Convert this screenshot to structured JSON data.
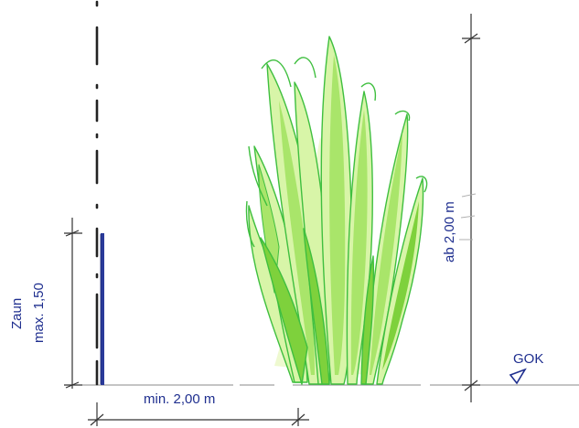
{
  "labels": {
    "fence_word": "Zaun",
    "fence_height": "max. 1,50",
    "plant_height": "ab 2,00 m",
    "min_distance": "min. 2,00 m",
    "ground_level": "GOK"
  },
  "colors": {
    "ink": "#1f2f8f",
    "pencil": "#2b2b2b",
    "fence_bar": "#2a3a9a",
    "leaf_outline": "#3fbf3f",
    "leaf_fill_light": "#d8f5a8",
    "leaf_fill_mid": "#a9e56a",
    "leaf_fill_dark": "#7ed13c"
  }
}
